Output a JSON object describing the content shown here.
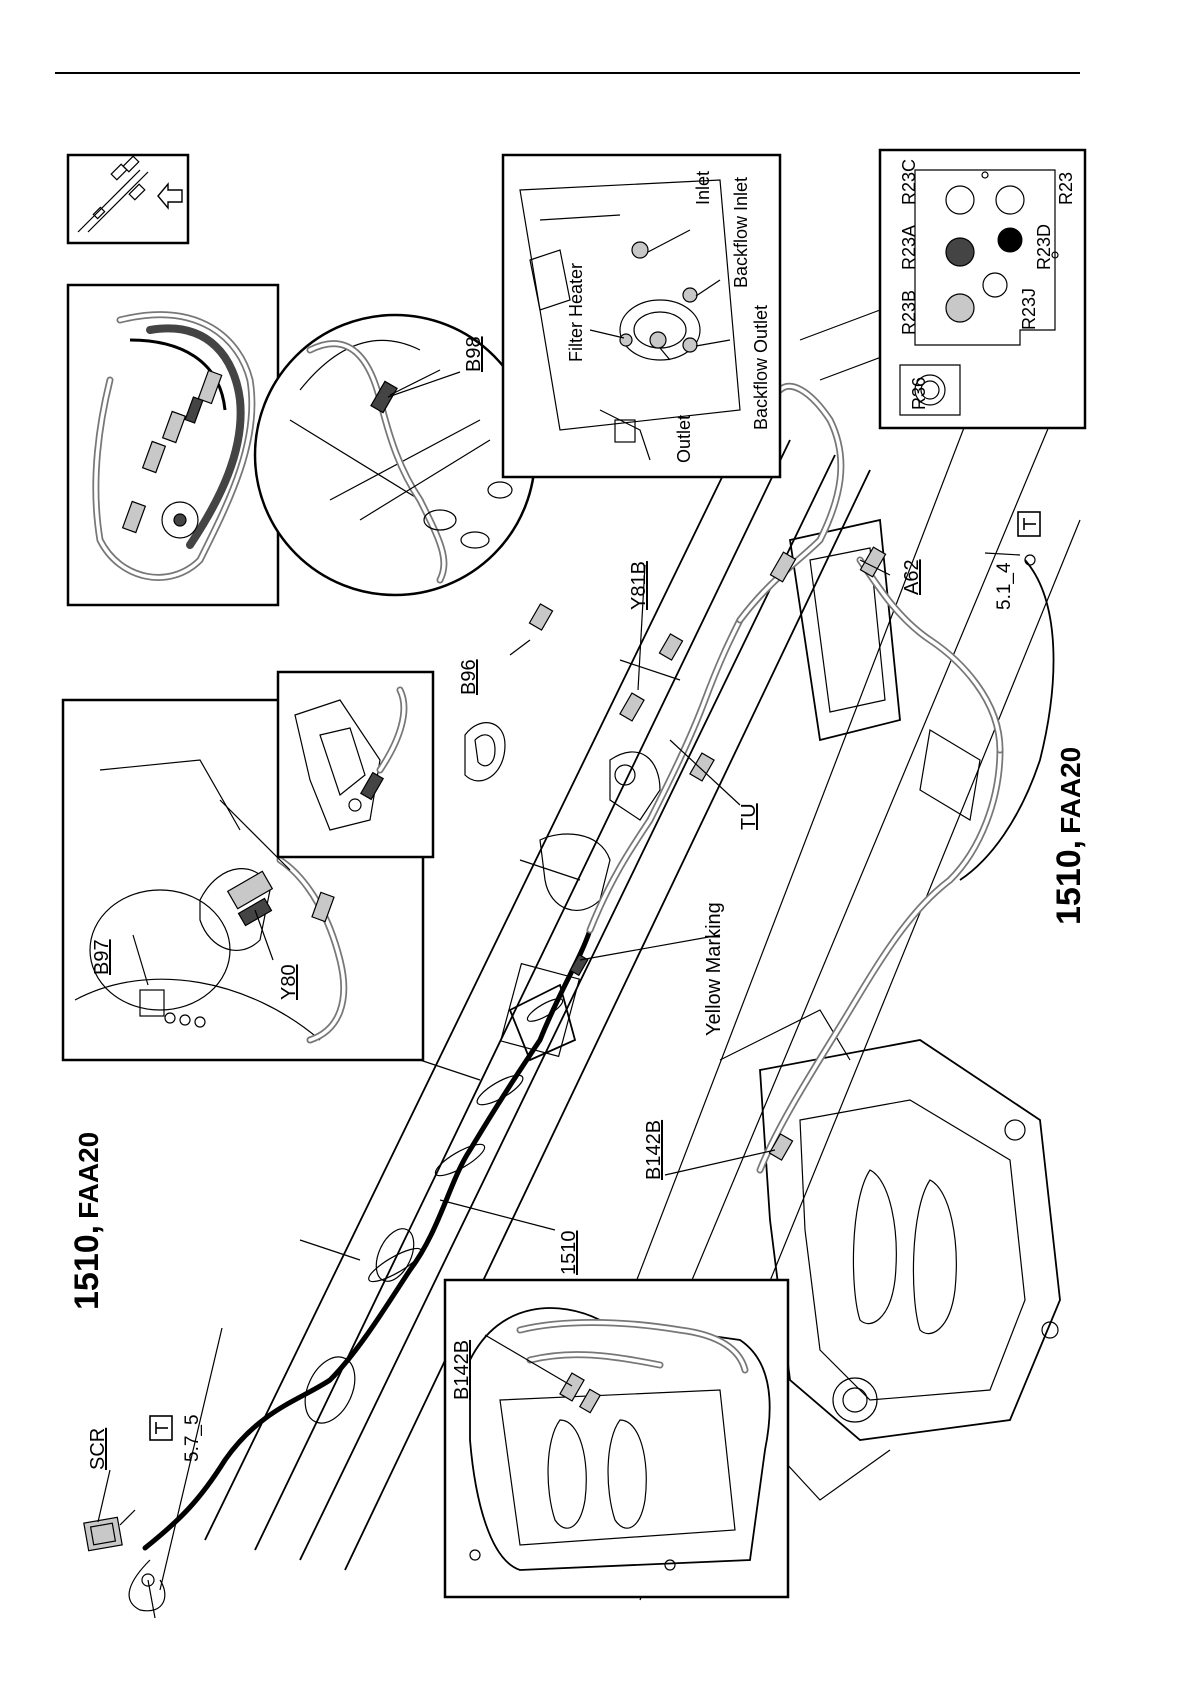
{
  "page": {
    "headline_left": {
      "code": "1510",
      "sep": ",",
      "circuit": "FAA20"
    },
    "headline_right": {
      "code": "1510",
      "sep": ",",
      "circuit": "FAA20"
    }
  },
  "components": {
    "scr": "SCR",
    "ground_left_ref": "5.7_5",
    "ground_right_ref": "5.1_4",
    "harness_1510": "1510",
    "b142b_main": "B142B",
    "b142b_inset": "B142B",
    "yellow_marking": "Yellow Marking",
    "tu": "TU",
    "y81b": "Y81B",
    "b96": "B96",
    "a62": "A62",
    "b97": "B97",
    "y80": "Y80",
    "b98": "B98"
  },
  "filter_inset": {
    "filter_heater": "Filter Heater",
    "outlet": "Outlet",
    "inlet": "Inlet",
    "backflow_inlet": "Backflow Inlet",
    "backflow_outlet": "Backflow Outlet"
  },
  "relay_inset": {
    "r36": "R36",
    "r23b": "R23B",
    "r23a": "R23A",
    "r23c": "R23C",
    "r23j": "R23J",
    "r23d": "R23D",
    "r23": "R23"
  },
  "symbols": {
    "ground_symbol": "ground-icon",
    "direction_indicator": "direction-arrow-icon"
  }
}
